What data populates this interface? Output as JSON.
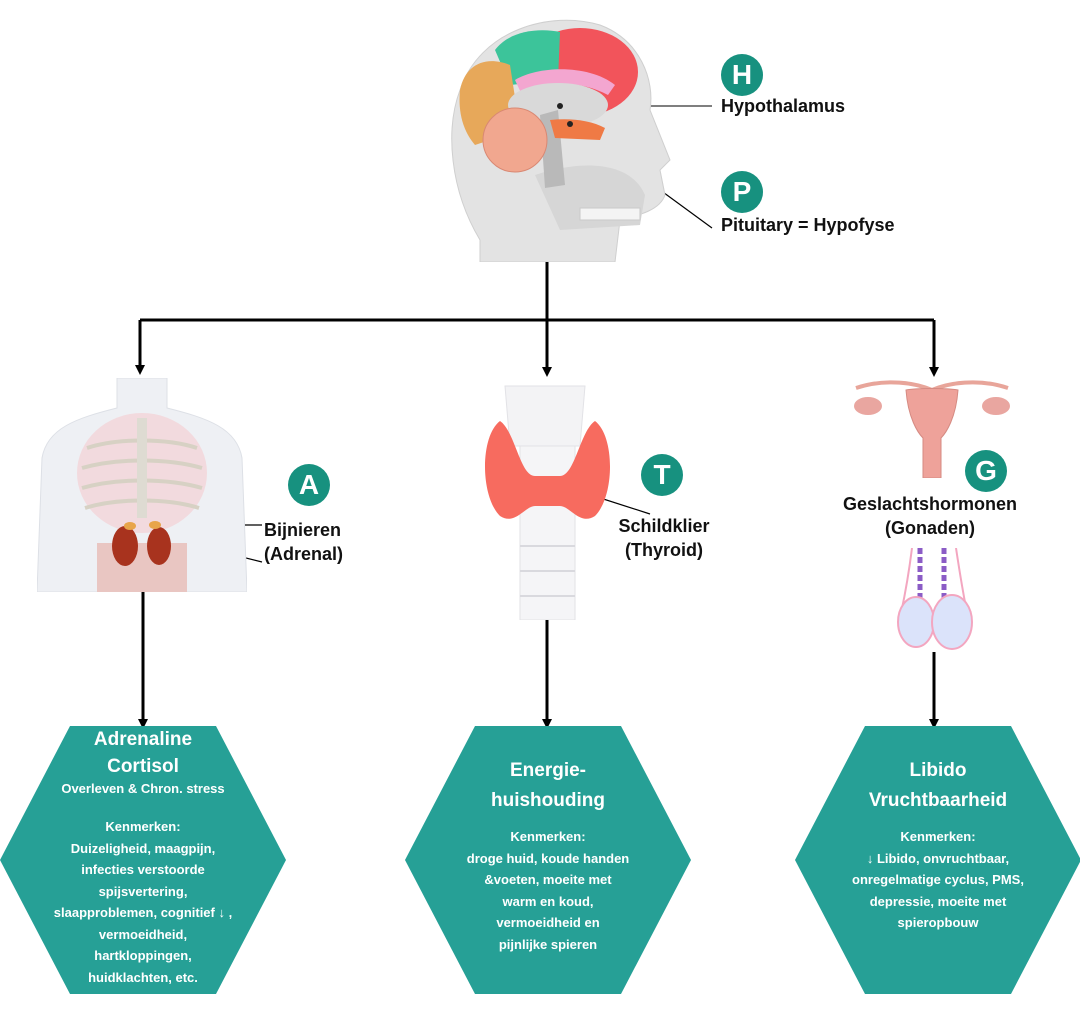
{
  "colors": {
    "accent": "#17917f",
    "hexagon": "#26a096",
    "line": "#000000"
  },
  "top": {
    "illustration": "head-brain-illustration",
    "badges": [
      {
        "letter": "H",
        "label": "Hypothalamus"
      },
      {
        "letter": "P",
        "label": "Pituitary = Hypofyse"
      }
    ]
  },
  "branches": [
    {
      "id": "adrenal",
      "illustration": "torso-adrenal-illustration",
      "badge": "A",
      "label_lines": [
        "Bijnieren",
        "(Adrenal)"
      ],
      "hexagon": {
        "title_lines": [
          "Adrenaline",
          "Cortisol"
        ],
        "subtitle": "Overleven & Chron. stress",
        "kenmerken_label": "Kenmerken:",
        "kenmerken_lines": [
          "Duizeligheid, maagpijn,",
          "infecties verstoorde",
          "spijsvertering,",
          "slaapproblemen, cognitief ↓ ,",
          "vermoeidheid,",
          "hartkloppingen,",
          "huidklachten, etc."
        ]
      }
    },
    {
      "id": "thyroid",
      "illustration": "thyroid-illustration",
      "badge": "T",
      "label_lines": [
        "Schildklier",
        "(Thyroid)"
      ],
      "hexagon": {
        "title_lines": [
          "Energie-",
          "huishouding"
        ],
        "subtitle": "",
        "kenmerken_label": "Kenmerken:",
        "kenmerken_lines": [
          "droge huid, koude handen",
          "&voeten, moeite met",
          "warm en koud,",
          "vermoeidheid en",
          "pijnlijke spieren"
        ]
      }
    },
    {
      "id": "gonads",
      "illustration": "reproductive-organs-illustration",
      "badge": "G",
      "label_lines": [
        "Geslachtshormonen",
        "(Gonaden)"
      ],
      "hexagon": {
        "title_lines": [
          "Libido",
          "Vruchtbaarheid"
        ],
        "subtitle": "",
        "kenmerken_label": "Kenmerken:",
        "kenmerken_lines": [
          "↓ Libido, onvruchtbaar,",
          "onregelmatige cyclus, PMS,",
          "depressie, moeite met",
          "spieropbouw"
        ]
      }
    }
  ]
}
